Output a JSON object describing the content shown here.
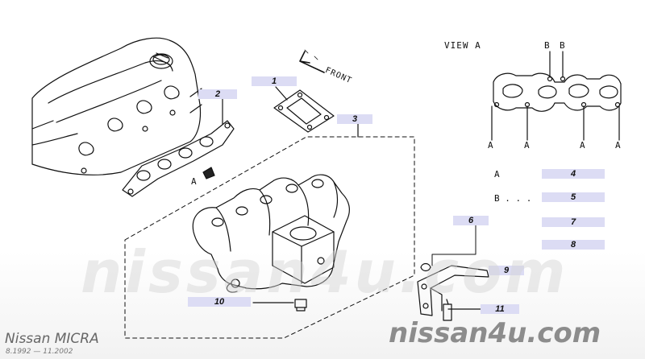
{
  "labels": {
    "view": "VIEW A",
    "front": "FRONT",
    "view_a_marker": "A",
    "top_left_b": "B",
    "top_right_b": "B",
    "bottom_a": [
      "A",
      "A",
      "A",
      "A"
    ]
  },
  "callouts": [
    "1",
    "2",
    "3",
    "4",
    "5",
    "6",
    "7",
    "8",
    "9",
    "10",
    "11"
  ],
  "legend": {
    "a": "A",
    "b": "B . . ."
  },
  "watermark": {
    "mid": "nissan4u.com",
    "corner": "nissan4u.com"
  },
  "footer": {
    "model": "Nissan MICRA",
    "years": "8.1992 — 11.2002"
  }
}
